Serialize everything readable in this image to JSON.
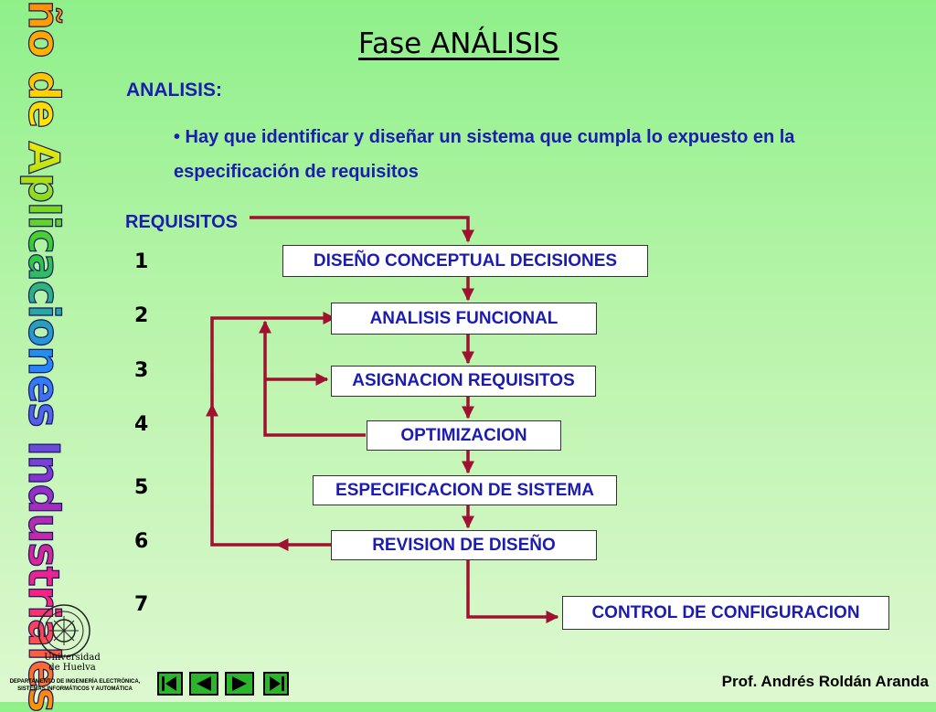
{
  "side_title": "Diseño de Aplicaciones Industriales",
  "title": "Fase ANÁLISIS",
  "analisis": {
    "heading": "ANALISIS:",
    "bullet": "• Hay que identificar y diseñar un sistema que cumpla lo expuesto en la especificación de requisitos"
  },
  "requisitos_label": "REQUISITOS",
  "steps": [
    {
      "number": "1",
      "label": "DISEÑO CONCEPTUAL DECISIONES"
    },
    {
      "number": "2",
      "label": "ANALISIS FUNCIONAL"
    },
    {
      "number": "3",
      "label": "ASIGNACION REQUISITOS"
    },
    {
      "number": "4",
      "label": "OPTIMIZACION"
    },
    {
      "number": "5",
      "label": "ESPECIFICACION DE SISTEMA"
    },
    {
      "number": "6",
      "label": "REVISION DE DISEÑO"
    },
    {
      "number": "7",
      "label": "CONTROL DE CONFIGURACION"
    }
  ],
  "footer": {
    "university": "Universidad de Huelva",
    "department": "DEPARTAMENTO DE INGENIERÍA ELECTRÓNICA, SISTEMAS INFORMÁTICOS Y AUTOMÁTICA",
    "author": "Prof. Andrés Roldán Aranda"
  },
  "navigation": [
    {
      "icon": "first-slide-icon"
    },
    {
      "icon": "previous-slide-icon"
    },
    {
      "icon": "next-slide-icon"
    },
    {
      "icon": "last-slide-icon"
    }
  ],
  "colors": {
    "text_blue": "#1c1cb0",
    "arrow": "#a01030",
    "nav_green": "#2ab52a"
  }
}
